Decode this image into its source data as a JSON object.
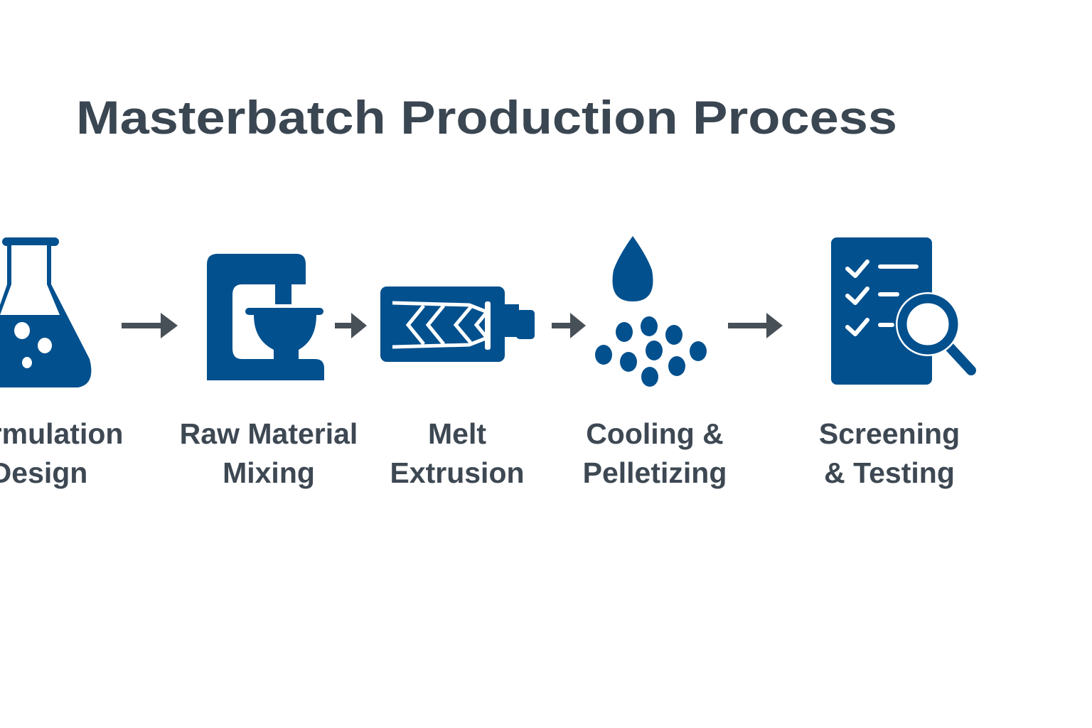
{
  "title": "Masterbatch Production Process",
  "colors": {
    "icon": "#02508e",
    "arrow": "#474f57",
    "text": "#3d4853"
  },
  "steps": [
    {
      "icon": "flask-icon",
      "line1": "Formulation",
      "line2": "Design"
    },
    {
      "icon": "mixer-icon",
      "line1": "Raw Material",
      "line2": "Mixing"
    },
    {
      "icon": "extruder-icon",
      "line1": "Melt",
      "line2": "Extrusion"
    },
    {
      "icon": "droplet-pellets-icon",
      "line1": "Cooling &",
      "line2": "Pelletizing"
    },
    {
      "icon": "checklist-magnifier-icon",
      "line1": "Screening",
      "line2": "& Testing"
    }
  ]
}
